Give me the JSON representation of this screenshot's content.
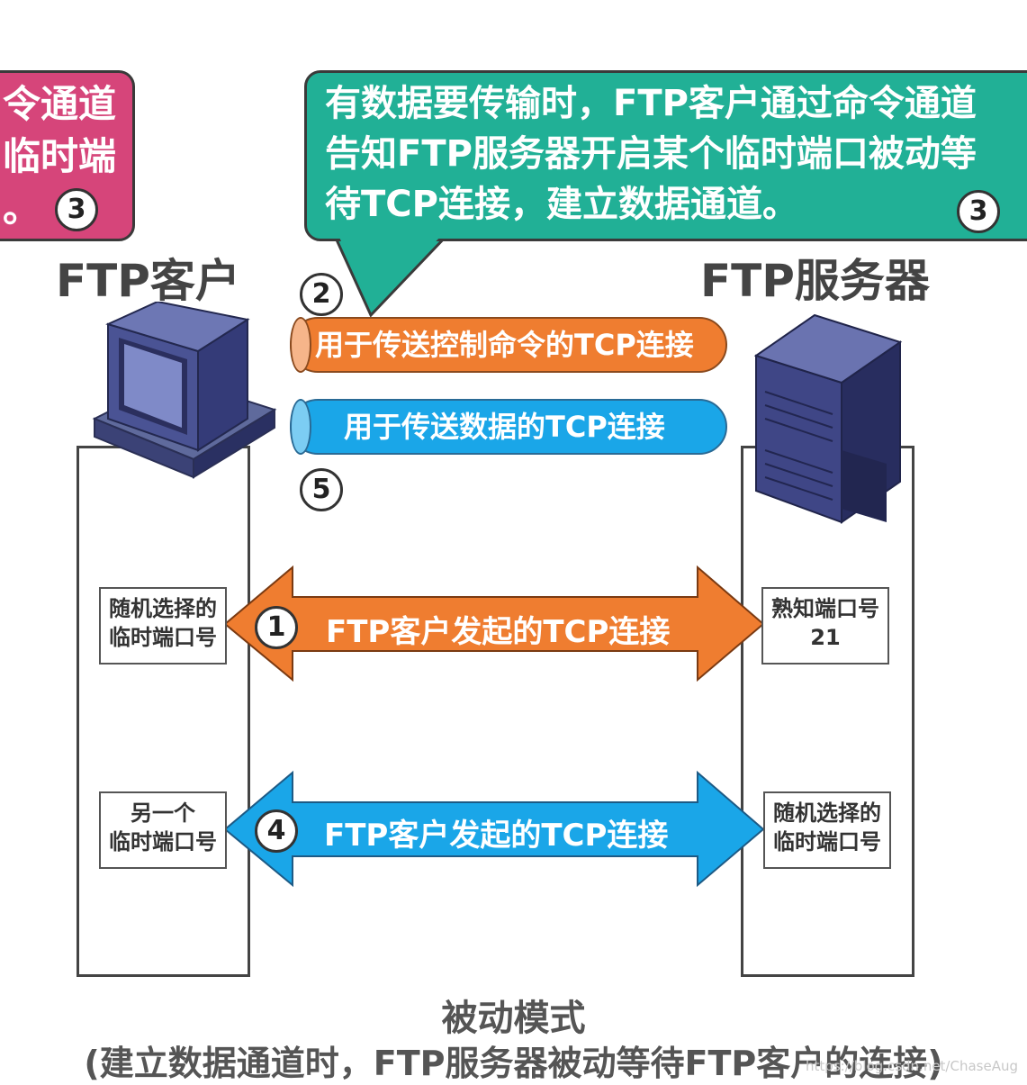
{
  "left_callout": {
    "lines": [
      "令通道",
      "临时端",
      "。"
    ],
    "step": "3"
  },
  "right_callout": {
    "lines": [
      "有数据要传输时，FTP客户通过命令通道",
      "告知FTP服务器开启某个临时端口被动等",
      "待TCP连接，建立数据通道。"
    ],
    "step": "3"
  },
  "client": {
    "title": "FTP客户",
    "icon": "computer-icon"
  },
  "server": {
    "title": "FTP服务器",
    "icon": "server-tower-icon"
  },
  "control_pipe": {
    "step": "2",
    "label": "用于传送控制命令的TCP连接",
    "color": "#ef7d30"
  },
  "data_pipe": {
    "step": "5",
    "label": "用于传送数据的TCP连接",
    "color": "#1aa6e8"
  },
  "connections": [
    {
      "step": "1",
      "label": "FTP客户发起的TCP连接",
      "color": "#ef7d30",
      "client_port": [
        "随机选择的",
        "临时端口号"
      ],
      "server_port": [
        "熟知端口号",
        "21"
      ]
    },
    {
      "step": "4",
      "label": "FTP客户发起的TCP连接",
      "color": "#1aa6e8",
      "client_port": [
        "另一个",
        "临时端口号"
      ],
      "server_port": [
        "随机选择的",
        "临时端口号"
      ]
    }
  ],
  "caption": {
    "title": "被动模式",
    "subtitle": "(建立数据通道时，FTP服务器被动等待FTP客户的连接)"
  },
  "watermark": "https://blog.csdn.net/ChaseAug"
}
